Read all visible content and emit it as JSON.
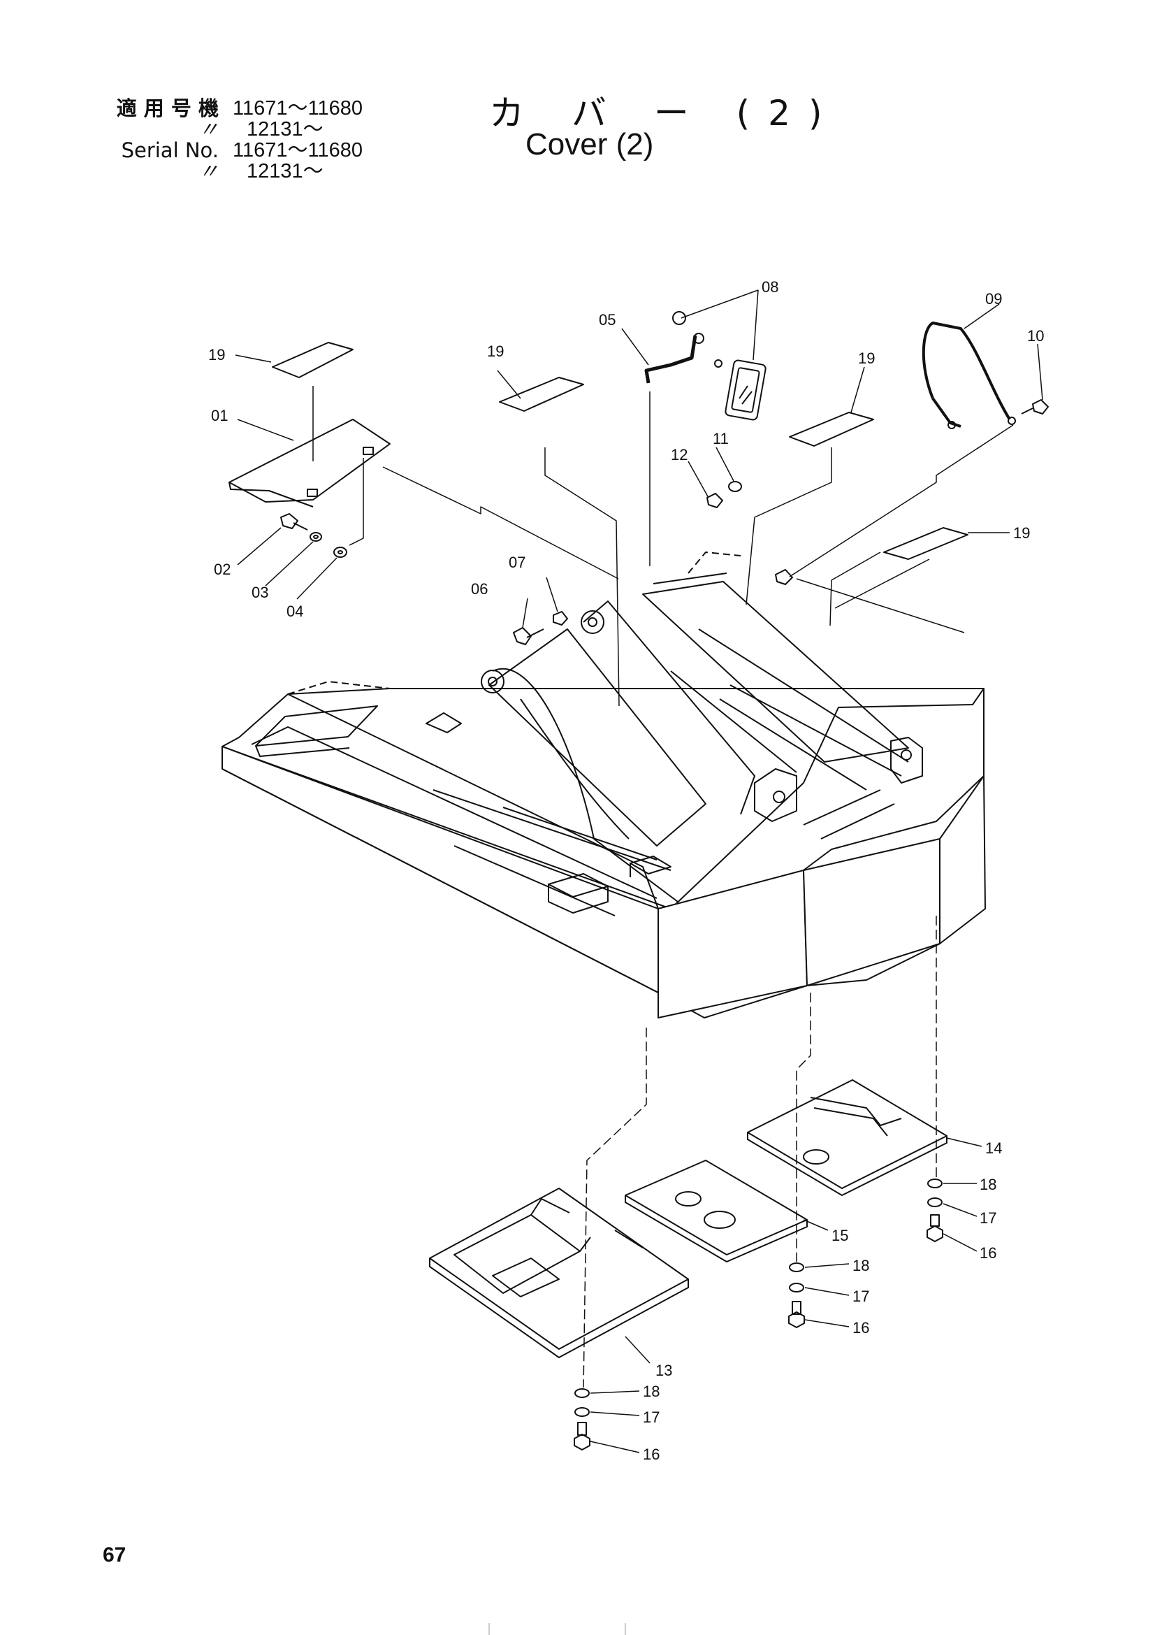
{
  "header": {
    "serial_rows": [
      {
        "key": "適 用 号 機",
        "value": "11671～11680"
      },
      {
        "key": "〃",
        "value": "12131～"
      },
      {
        "key": "Serial No.",
        "value": "11671～11680"
      },
      {
        "key": "〃",
        "value": "12131～"
      }
    ],
    "title_jp": "カ バ ー (2)",
    "title_en": "Cover (2)"
  },
  "callouts": {
    "c01": "01",
    "c02": "02",
    "c03": "03",
    "c04": "04",
    "c05": "05",
    "c06": "06",
    "c07": "07",
    "c08": "08",
    "c09": "09",
    "c10": "10",
    "c11": "11",
    "c12": "12",
    "c13": "13",
    "c14": "14",
    "c15": "15",
    "c16": "16",
    "c17": "17",
    "c18": "18",
    "c19": "19"
  },
  "footer": {
    "page_number": "67"
  }
}
